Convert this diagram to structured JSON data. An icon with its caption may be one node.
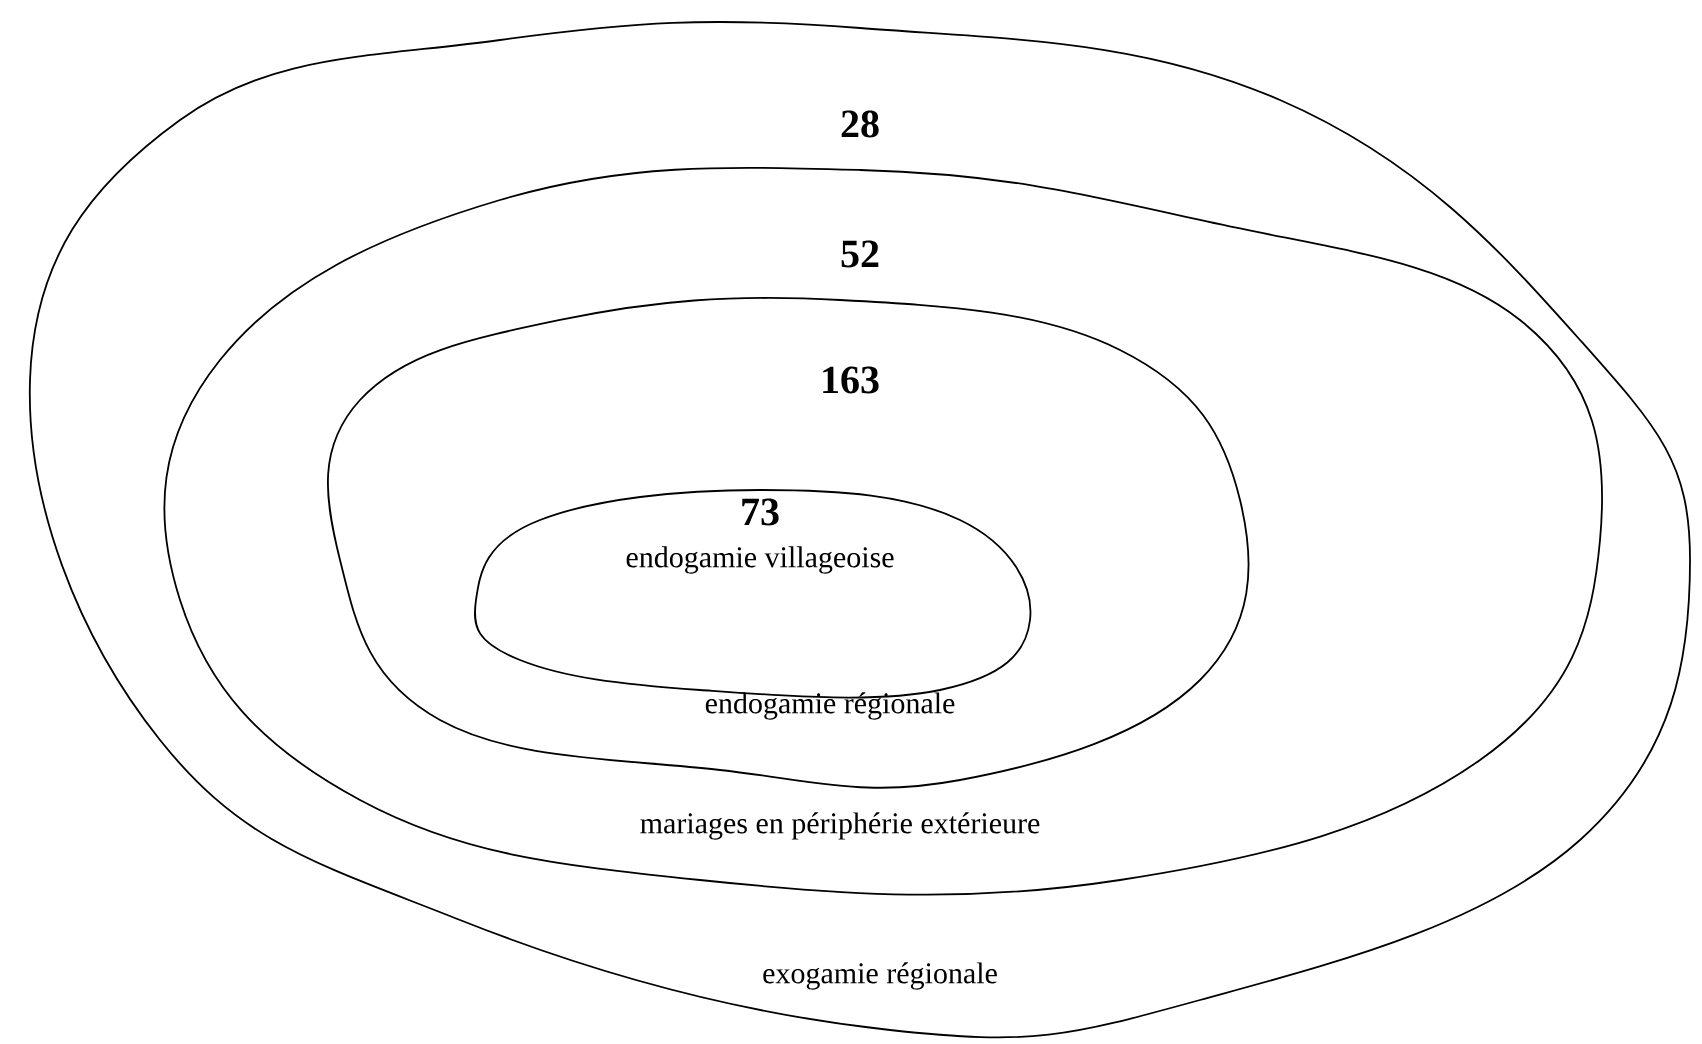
{
  "diagram": {
    "nodes": [
      {
        "text": [
          "28",
          "exogamie régionale"
        ]
      },
      {
        "text": [
          "52",
          "mariages en périphérie extérieure"
        ],
        "in": 0
      },
      {
        "text": [
          "163",
          "endogamie régionale"
        ],
        "in": 1
      },
      {
        "text": [
          "73",
          "endogamie villageoise"
        ],
        "in": 2
      }
    ]
  }
}
